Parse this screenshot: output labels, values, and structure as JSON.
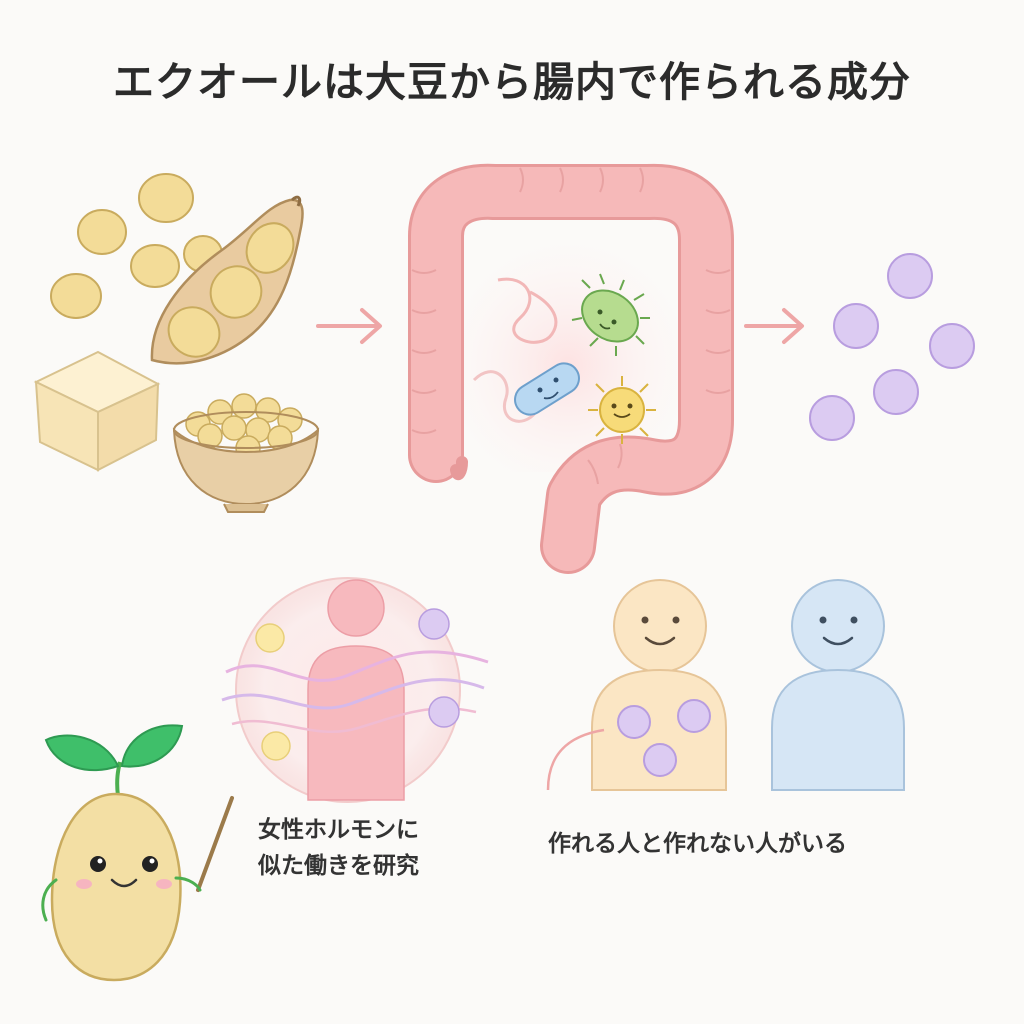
{
  "title": "エクオールは大豆から腸内で作られる成分",
  "captions": {
    "hormone_line1": "女性ホルモンに",
    "hormone_line2": "似た働きを研究",
    "people": "作れる人と作れない人がいる"
  },
  "colors": {
    "soy": "#f3dc98",
    "soy_outline": "#c9ab5e",
    "intestine": "#f6b9b9",
    "intestine_outline": "#e79a9a",
    "arrow": "#eea6a6",
    "equol": "#dccbf2",
    "equol_outline": "#b89ddf",
    "person_producer": "#fbe6c4",
    "person_non_producer": "#d6e6f5",
    "sprout_leaf": "#3fbf6a"
  },
  "icons": [
    "soybean-pod-icon",
    "tofu-icon",
    "soybean-bowl-icon",
    "intestine-icon",
    "bacteria-icon",
    "equol-molecule-icon",
    "female-silhouette-icon",
    "smiling-person-icon",
    "soybean-mascot-icon"
  ]
}
